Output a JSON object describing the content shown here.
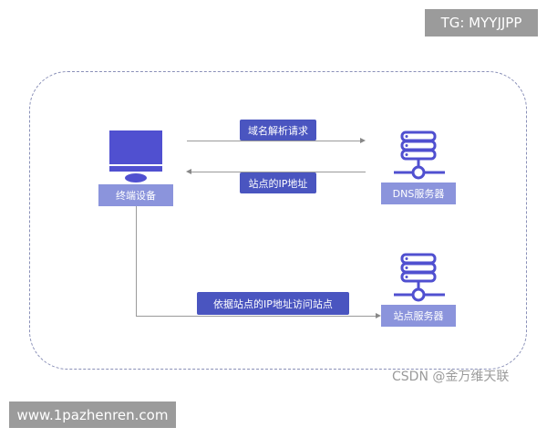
{
  "watermarks": {
    "top": "TG: MYYJJPP",
    "bottom": "www.1pazhenren.com",
    "csdn": "CSDN @金万维天联"
  },
  "nodes": {
    "terminal": "终端设备",
    "dns": "DNS服务器",
    "site": "站点服务器"
  },
  "edges": {
    "request": "域名解析请求",
    "response": "站点的IP地址",
    "visit": "依据站点的IP地址访问站点"
  },
  "colors": {
    "primary": "#4a55c0",
    "node": "#8b94dc"
  }
}
